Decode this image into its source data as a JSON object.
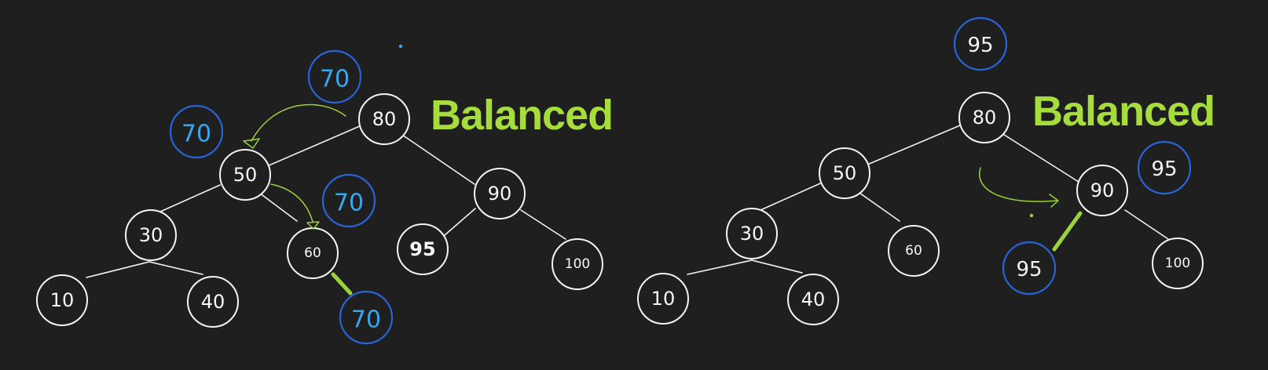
{
  "left_tree": {
    "nodes": {
      "root": "80",
      "n50": "50",
      "n90": "90",
      "n30": "30",
      "n60": "60",
      "n95_overwritten": "95",
      "n100": "100",
      "n10": "10",
      "n40": "40"
    },
    "annotation_70_a": "70",
    "annotation_70_b": "70",
    "annotation_70_c": "70",
    "annotation_70_d": "70",
    "label": "Balanced"
  },
  "right_tree": {
    "nodes": {
      "root": "80",
      "n50": "50",
      "n90": "90",
      "n30": "30",
      "n60": "60",
      "n100": "100",
      "n10": "10",
      "n40": "40"
    },
    "annotation_95_top": "95",
    "annotation_95_right": "95",
    "annotation_95_inserted": "95",
    "label": "Balanced"
  },
  "colors": {
    "background": "#1f1f1f",
    "node_stroke": "#f4f4f4",
    "annotation_ring": "#2a63d6",
    "annotation_text": "#35a8f0",
    "highlight_green": "#9cd33a"
  }
}
